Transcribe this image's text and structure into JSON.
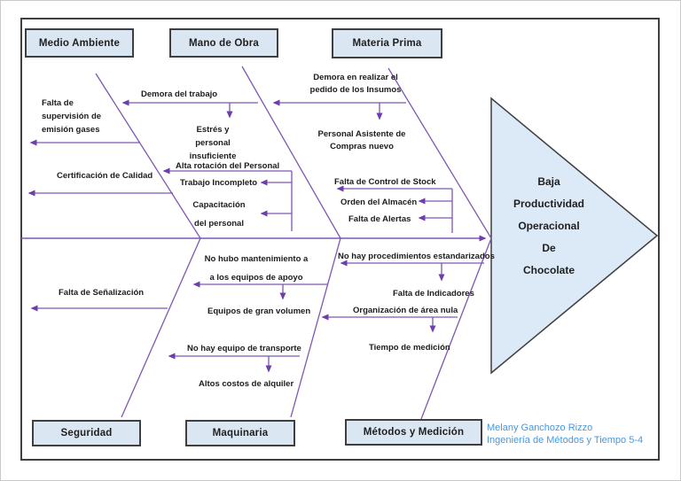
{
  "diagram_type": "fishbone-ishikawa",
  "head": {
    "text": "Baja\nProductividad\nOperacional\nDe\nChocolate"
  },
  "categories": {
    "medio_ambiente": "Medio Ambiente",
    "mano_de_obra": "Mano de Obra",
    "materia_prima": "Materia Prima",
    "seguridad": "Seguridad",
    "maquinaria": "Maquinaria",
    "metodos_y_medicion": "Métodos y Medición"
  },
  "labels": {
    "ma1": "Falta de\nsupervisión de\nemisión gases",
    "ma2": "Certificación de Calidad",
    "mo1": "Demora del trabajo",
    "mo2": "Estrés y personal\ninsuficiente",
    "mo3": "Alta rotación del Personal",
    "mo4": "Trabajo Incompleto",
    "mo5": "Capacitación\ndel personal",
    "mp1": "Demora en realizar el\npedido de los Insumos",
    "mp2": "Personal Asistente de\nCompras nuevo",
    "mp3": "Falta de Control de Stock",
    "mp4": "Orden del Almacén",
    "mp5": "Falta de Alertas",
    "se1": "Falta de Señalización",
    "mq1": "No hubo mantenimiento a\na los equipos de apoyo",
    "mq2": "Equipos de gran volumen",
    "mq3": "No hay equipo de transporte",
    "mq4": "Altos costos de alquiler",
    "me1": "No hay procedimientos estandarizados",
    "me2": "Falta de Indicadores",
    "me3": "Organización de área nula",
    "me4": "Tiempo de medición"
  },
  "credit": {
    "text": "Melany Ganchozo Rizzo\nIngeniería de Métodos y Tiempo 5-4"
  },
  "colors": {
    "line_purple": "#7e57b4",
    "arrowhead_purple": "#6d3fa8",
    "box_fill": "#dae6f2",
    "box_border": "#3f3f3f",
    "head_fill": "#dce9f6",
    "credit_blue": "#4598e2"
  }
}
